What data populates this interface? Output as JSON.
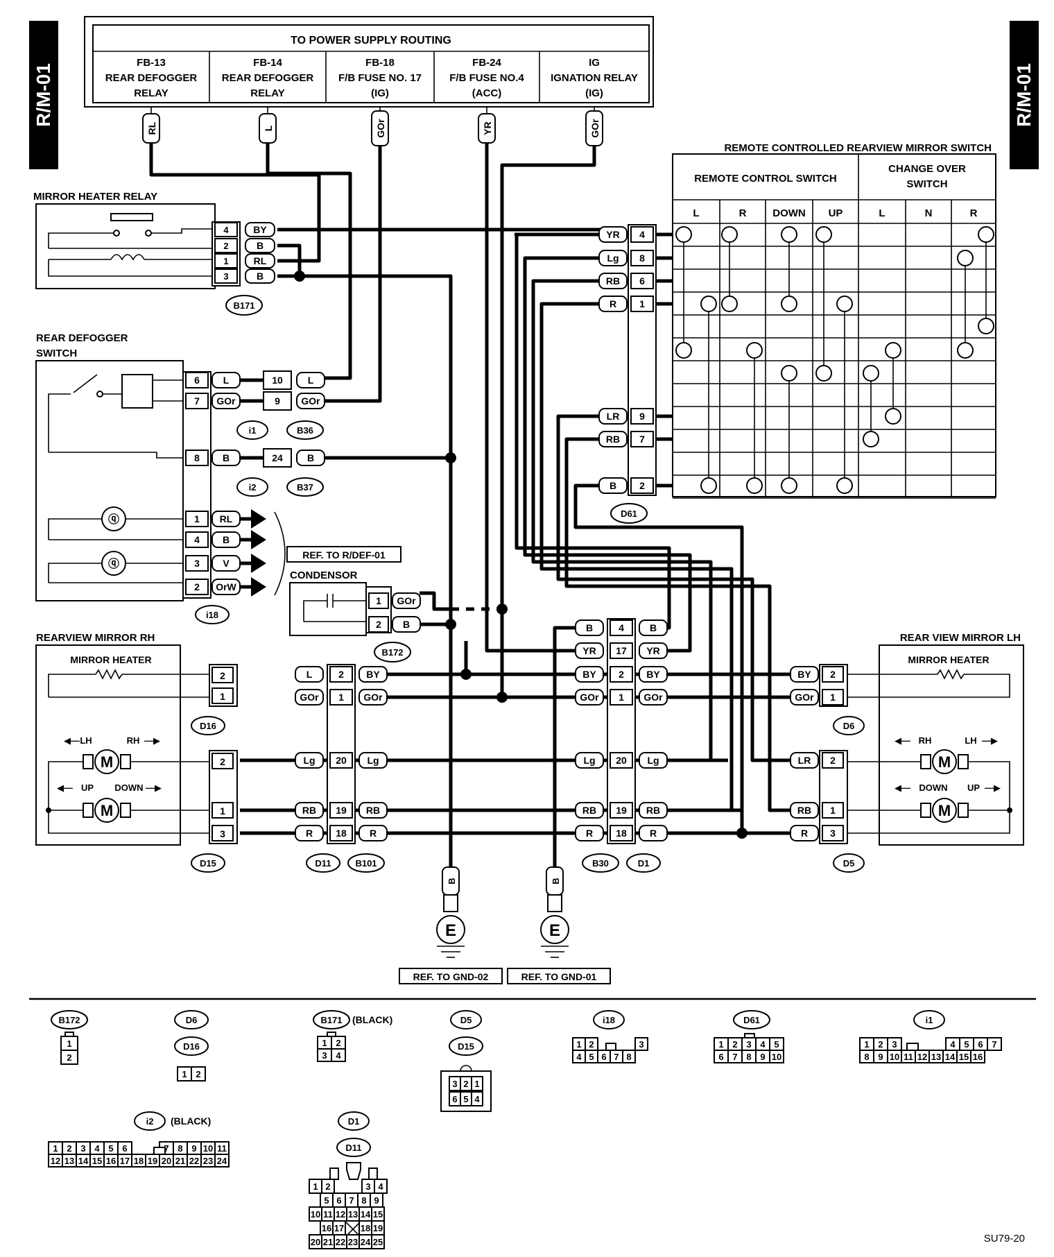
{
  "side_tab": "R/M-01",
  "power": {
    "title": "TO POWER SUPPLY ROUTING",
    "columns": [
      {
        "code": "FB-13",
        "l1": "REAR DEFOGGER",
        "l2": "RELAY",
        "wire": "RL"
      },
      {
        "code": "FB-14",
        "l1": "REAR DEFOGGER",
        "l2": "RELAY",
        "wire": "L"
      },
      {
        "code": "FB-18",
        "l1": "F/B FUSE NO. 17",
        "l2": "(IG)",
        "wire": "GOr"
      },
      {
        "code": "FB-24",
        "l1": "F/B FUSE NO.4",
        "l2": "(ACC)",
        "wire": "YR"
      },
      {
        "code": "IG",
        "l1": "IGNATION RELAY",
        "l2": "(IG)",
        "wire": "GOr"
      }
    ]
  },
  "switch_table": {
    "title": "REMOTE CONTROLLED REARVIEW MIRROR SWITCH",
    "group1": "REMOTE CONTROL SWITCH",
    "group2_l1": "CHANGE OVER",
    "group2_l2": "SWITCH",
    "cols": [
      "L",
      "R",
      "DOWN",
      "UP",
      "L",
      "N",
      "R"
    ]
  },
  "d61": {
    "id": "D61",
    "pins": [
      {
        "color": "YR",
        "pin": "4"
      },
      {
        "color": "Lg",
        "pin": "8"
      },
      {
        "color": "RB",
        "pin": "6"
      },
      {
        "color": "R",
        "pin": "1"
      },
      {
        "color": "LR",
        "pin": "9"
      },
      {
        "color": "RB",
        "pin": "7"
      },
      {
        "color": "B",
        "pin": "2"
      }
    ]
  },
  "heater_relay": {
    "title": "MIRROR HEATER RELAY",
    "id": "B171",
    "pins": [
      {
        "pin": "4",
        "color": "BY"
      },
      {
        "pin": "2",
        "color": "B"
      },
      {
        "pin": "1",
        "color": "RL"
      },
      {
        "pin": "3",
        "color": "B"
      }
    ]
  },
  "defogger": {
    "title_l1": "REAR DEFOGGER",
    "title_l2": "SWITCH",
    "top": [
      {
        "pin": "6",
        "color": "L",
        "mpin": "10",
        "mcolor": "L"
      },
      {
        "pin": "7",
        "color": "GOr",
        "mpin": "9",
        "mcolor": "GOr"
      }
    ],
    "ids1": [
      "i1",
      "B36"
    ],
    "mid": {
      "pin": "8",
      "color": "B",
      "mpin": "24",
      "mcolor": "B"
    },
    "ids2": [
      "i2",
      "B37"
    ],
    "bottom": [
      {
        "pin": "1",
        "color": "RL"
      },
      {
        "pin": "4",
        "color": "B"
      },
      {
        "pin": "3",
        "color": "V"
      },
      {
        "pin": "2",
        "color": "OrW"
      }
    ],
    "id": "i18",
    "ref": "REF. TO R/DEF-01"
  },
  "condensor": {
    "title": "CONDENSOR",
    "id": "B172",
    "pins": [
      {
        "pin": "1",
        "color": "GOr"
      },
      {
        "pin": "2",
        "color": "B"
      }
    ]
  },
  "mirror_rh": {
    "title": "REARVIEW MIRROR RH",
    "heater": "MIRROR HEATER",
    "lh": "LH",
    "rh": "RH",
    "up": "UP",
    "down": "DOWN",
    "m": "M",
    "d16": {
      "id": "D16",
      "pins": [
        "2",
        "1"
      ]
    },
    "d15": {
      "id": "D15",
      "pins": [
        "2",
        "1",
        "3"
      ]
    }
  },
  "mirror_lh": {
    "title": "REAR VIEW MIRROR LH",
    "heater": "MIRROR HEATER",
    "lh": "LH",
    "rh": "RH",
    "up": "UP",
    "down": "DOWN",
    "m": "M",
    "d6": {
      "id": "D6",
      "pins": [
        {
          "pin": "2",
          "color": "BY"
        },
        {
          "pin": "1",
          "color": "GOr"
        }
      ]
    },
    "d5": {
      "id": "D5",
      "pins": [
        {
          "pin": "2",
          "color": "LR"
        },
        {
          "pin": "1",
          "color": "RB"
        },
        {
          "pin": "3",
          "color": "R"
        }
      ]
    }
  },
  "d11_b101": {
    "ids": [
      "D11",
      "B101"
    ],
    "rows": [
      {
        "left": "L",
        "pin": "2",
        "right": "BY"
      },
      {
        "left": "GOr",
        "pin": "1",
        "right": "GOr"
      },
      {
        "left": "Lg",
        "pin": "20",
        "right": "Lg"
      },
      {
        "left": "RB",
        "pin": "19",
        "right": "RB"
      },
      {
        "left": "R",
        "pin": "18",
        "right": "R"
      }
    ]
  },
  "b30_d1": {
    "ids": [
      "B30",
      "D1"
    ],
    "rows": [
      {
        "left": "B",
        "pin": "4",
        "right": "B"
      },
      {
        "left": "YR",
        "pin": "17",
        "right": "YR"
      },
      {
        "left": "BY",
        "pin": "2",
        "right": "BY"
      },
      {
        "left": "GOr",
        "pin": "1",
        "right": "GOr"
      },
      {
        "left": "Lg",
        "pin": "20",
        "right": "Lg"
      },
      {
        "left": "RB",
        "pin": "19",
        "right": "RB"
      },
      {
        "left": "R",
        "pin": "18",
        "right": "R"
      }
    ]
  },
  "grounds": [
    {
      "wire": "B",
      "letter": "E",
      "ref": "REF. TO GND-02"
    },
    {
      "wire": "B",
      "letter": "E",
      "ref": "REF. TO GND-01"
    }
  ],
  "legend": {
    "b172": {
      "id": "B172",
      "pins": [
        "1",
        "2"
      ]
    },
    "d6_d16": {
      "ids": [
        "D6",
        "D16"
      ],
      "pins": [
        "1",
        "2"
      ]
    },
    "b171": {
      "id": "B171",
      "note": "(BLACK)",
      "pins": [
        "1",
        "2",
        "3",
        "4"
      ]
    },
    "d5_d15": {
      "ids": [
        "D5",
        "D15"
      ],
      "pins": [
        "3",
        "2",
        "1",
        "6",
        "5",
        "4"
      ]
    },
    "i18": {
      "id": "i18",
      "row1": [
        "1",
        "2",
        "3"
      ],
      "row2": [
        "4",
        "5",
        "6",
        "7",
        "8"
      ]
    },
    "d61": {
      "id": "D61",
      "row1": [
        "1",
        "2",
        "3",
        "4",
        "5"
      ],
      "row2": [
        "6",
        "7",
        "8",
        "9",
        "10"
      ]
    },
    "i1": {
      "id": "i1",
      "row1": [
        "1",
        "2",
        "3",
        "4",
        "5",
        "6",
        "7"
      ],
      "row2": [
        "8",
        "9",
        "10",
        "11",
        "12",
        "13",
        "14",
        "15",
        "16"
      ]
    },
    "i2": {
      "id": "i2",
      "note": "(BLACK)",
      "row1": [
        "1",
        "2",
        "3",
        "4",
        "5",
        "6",
        "7",
        "8",
        "9",
        "10",
        "11"
      ],
      "row2": [
        "12",
        "13",
        "14",
        "15",
        "16",
        "17",
        "18",
        "19",
        "20",
        "21",
        "22",
        "23",
        "24"
      ]
    },
    "d1_d11": {
      "ids": [
        "D1",
        "D11"
      ],
      "rows": [
        [
          "1",
          "2",
          "3",
          "4"
        ],
        [
          "5",
          "6",
          "7",
          "8",
          "9"
        ],
        [
          "10",
          "11",
          "12",
          "13",
          "14",
          "15"
        ],
        [
          "16",
          "17",
          "18",
          "19"
        ],
        [
          "20",
          "21",
          "22",
          "23",
          "24",
          "25"
        ]
      ]
    }
  },
  "doc_code": "SU79-20"
}
